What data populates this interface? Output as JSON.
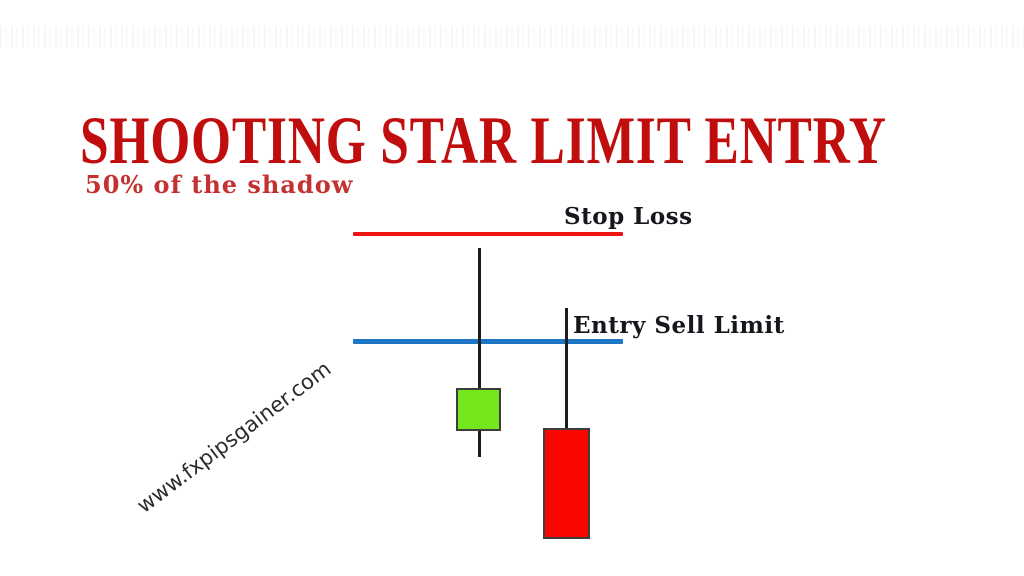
{
  "title": "SHOOTING STAR LIMIT ENTRY",
  "subtitle": "50% of the shadow",
  "watermark": "www.fxpipsgainer.com",
  "diagram": {
    "stop_loss_label": "Stop Loss",
    "entry_label": "Entry Sell Limit",
    "candles": [
      {
        "name": "shooting-star",
        "body_color": "#74e71c",
        "shadow": "long upper shadow, small lower shadow"
      },
      {
        "name": "bearish-confirmation",
        "body_color": "#fb0500",
        "shadow": "upper shadow only"
      }
    ],
    "entry_rule": "entry sell limit placed at 50% of the shooting star shadow"
  },
  "colors": {
    "title-red": "#c00d0d",
    "subtitle-red": "#c43131",
    "stop-red": "#ee1411",
    "entry-blue": "#1f76c5",
    "candle-green": "#74e71c",
    "candle-red": "#fb0500",
    "candle-border": "#3d3d3d",
    "wick-black": "#1c1c1c",
    "label-black": "#16161d",
    "watermark-gray": "#2b2b2b"
  }
}
